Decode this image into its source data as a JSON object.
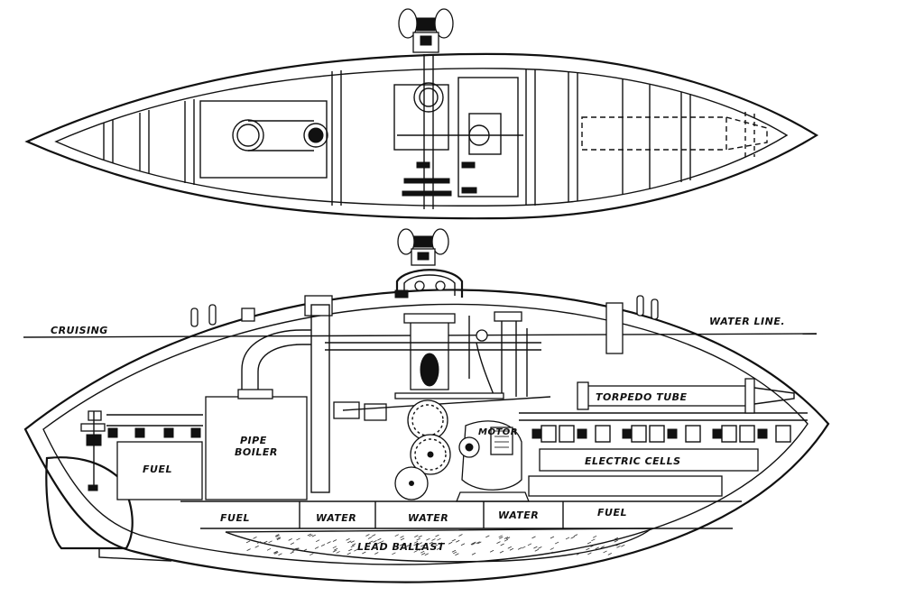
{
  "labels": {
    "cruising": "CRUISING",
    "water_line": "WATER LINE.",
    "torpedo_tube": "TORPEDO TUBE",
    "motor": "MOTOR",
    "pipe": "PIPE",
    "boiler": "BOILER",
    "fuel_left": "FUEL",
    "electric_cells": "ELECTRIC CELLS",
    "fuel_bottom_left": "FUEL",
    "water_1": "WATER",
    "water_2": "WATER",
    "water_3": "WATER",
    "fuel_bottom_right": "FUEL",
    "lead_ballast": "LEAD BALLAST"
  },
  "colors": {
    "ink": "#111111",
    "paper": "#ffffff"
  }
}
